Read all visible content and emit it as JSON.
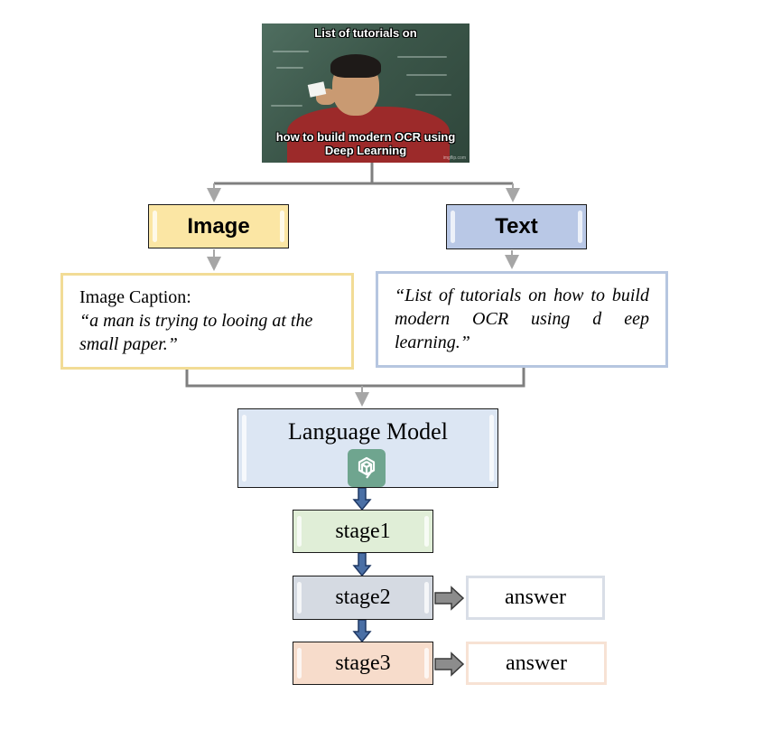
{
  "meme": {
    "top_text": "List of tutorials on",
    "bottom_text": "how to build modern OCR using Deep Learning",
    "watermark": "imgflip.com"
  },
  "image_branch": {
    "label": "Image",
    "caption_title": "Image Caption:",
    "caption_quote": "“a man is trying to looing at the small paper.”"
  },
  "text_branch": {
    "label": "Text",
    "quote": "“List of tutorials on how to build modern OCR using d eep learning.”"
  },
  "language_model": {
    "label": "Language Model",
    "icon": "openai-logo-icon"
  },
  "stages": [
    {
      "label": "stage1"
    },
    {
      "label": "stage2"
    },
    {
      "label": "stage3"
    }
  ],
  "answers": [
    {
      "label": "answer"
    },
    {
      "label": "answer"
    }
  ],
  "colors": {
    "image_fill": "#fbe6a4",
    "text_fill": "#b9c8e6",
    "lm_fill": "#dce6f3",
    "stage1_fill": "#e0eed7",
    "stage2_fill": "#d5dae2",
    "stage3_fill": "#f7dccb",
    "connector": "#7f7f7f",
    "down_arrow": "#1f3864"
  }
}
